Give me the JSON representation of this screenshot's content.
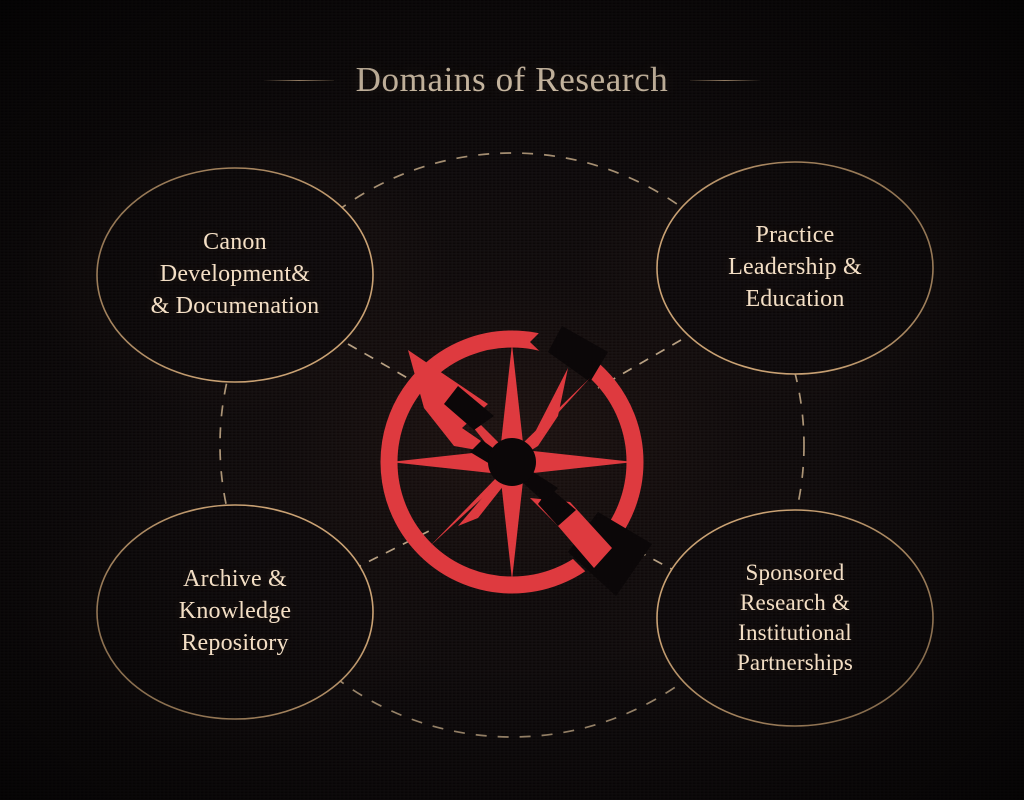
{
  "header": {
    "title": "Domains of Research",
    "rule_left": "decorative-rule",
    "rule_right": "decorative-rule"
  },
  "theme": {
    "background": "#0b0708",
    "accent_red": "#de3a3f",
    "stroke_gold": "#c9a071",
    "text_cream": "#f4dfc5"
  },
  "center_emblem": {
    "name": "compass-rose",
    "color": "#de3a3f",
    "description": "eight-pointed compass rose star within a broken distressed ring"
  },
  "nodes": [
    {
      "id": "canon",
      "position": "top-left",
      "lines": [
        "Canon",
        "Development&",
        "& Documenation"
      ]
    },
    {
      "id": "practice",
      "position": "top-right",
      "lines": [
        "Practice",
        "Leadership &",
        "Education"
      ]
    },
    {
      "id": "archive",
      "position": "bottom-left",
      "lines": [
        "Archive &",
        "Knowledge",
        "Repository"
      ]
    },
    {
      "id": "sponsored",
      "position": "bottom-right",
      "lines": [
        "Sponsored",
        "Research &",
        "Institutional",
        "Partnerships"
      ]
    }
  ],
  "connectors": {
    "outer_ring": "dashed-circle",
    "spokes": [
      "canon-to-center",
      "practice-to-center",
      "archive-to-center",
      "sponsored-to-center"
    ]
  }
}
